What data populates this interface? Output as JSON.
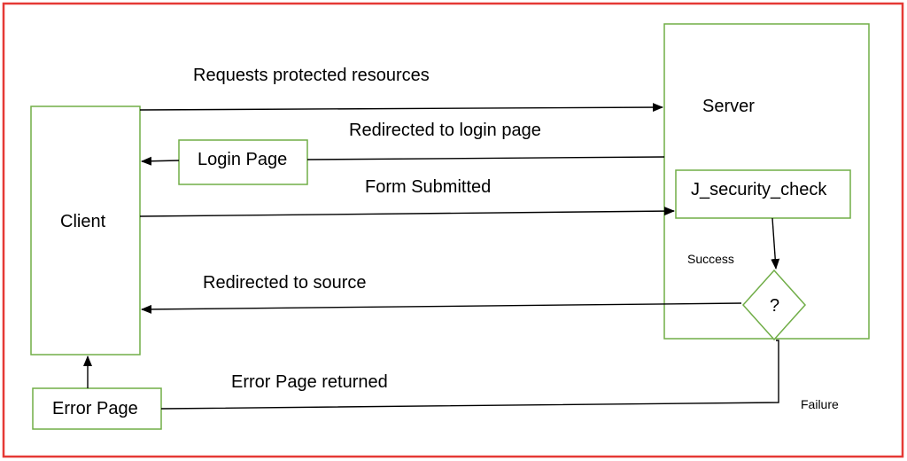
{
  "nodes": {
    "client": "Client",
    "server": "Server",
    "login_page": "Login Page",
    "security_check": "J_security_check",
    "decision": "?",
    "error_page": "Error Page"
  },
  "edges": {
    "requests_protected": "Requests protected resources",
    "redirected_login": "Redirected to login page",
    "form_submitted": "Form Submitted",
    "redirected_source": "Redirected to source",
    "error_returned": "Error Page returned",
    "success": "Success",
    "failure": "Failure"
  },
  "colors": {
    "frame": "#e53935",
    "box_border": "#70ad47",
    "line": "#000000",
    "text": "#000000"
  }
}
